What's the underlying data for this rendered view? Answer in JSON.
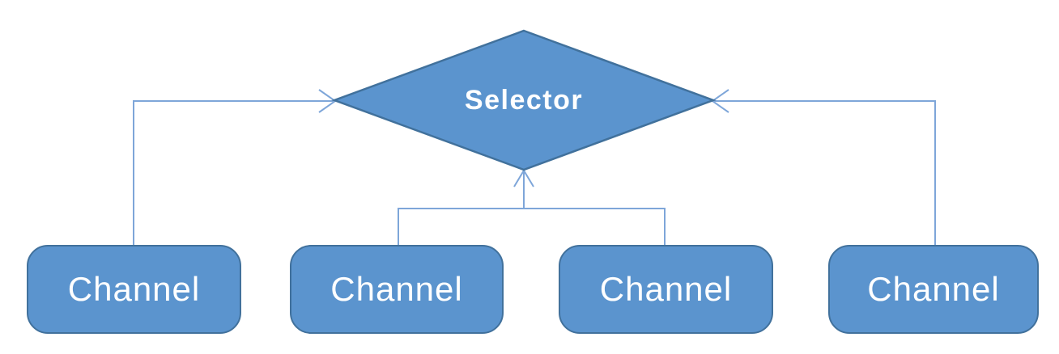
{
  "diagram": {
    "selector": {
      "label": "Selector",
      "shape": "diamond"
    },
    "channels": [
      {
        "label": "Channel"
      },
      {
        "label": "Channel"
      },
      {
        "label": "Channel"
      },
      {
        "label": "Channel"
      }
    ],
    "connectors": [
      {
        "from": "channel-1",
        "to": "selector",
        "arrow_into": "left-vertex"
      },
      {
        "from": "channel-2",
        "to": "selector",
        "arrow_into": "bottom-vertex"
      },
      {
        "from": "channel-3",
        "to": "selector",
        "arrow_into": "bottom-vertex"
      },
      {
        "from": "channel-4",
        "to": "selector",
        "arrow_into": "right-vertex"
      }
    ],
    "colors": {
      "shape_fill": "#5B94CE",
      "shape_border": "#41719C",
      "connector_line": "#7EA6D9",
      "label_text": "#FFFFFF",
      "background": "#FFFFFF"
    }
  }
}
